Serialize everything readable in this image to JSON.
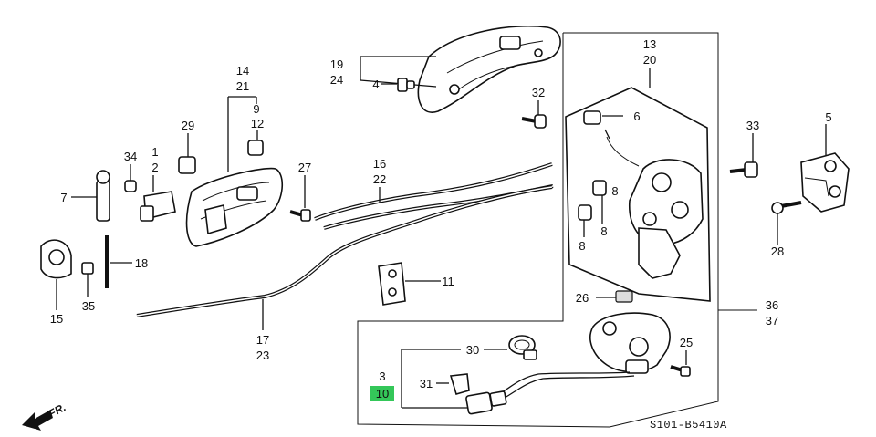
{
  "diagram": {
    "code": "S101-B5410A",
    "direction_label": "FR.",
    "highlight_color": "#34c759",
    "callouts": {
      "p1": "1",
      "p2": "2",
      "p3": "3",
      "p4": "4",
      "p5": "5",
      "p6": "6",
      "p7": "7",
      "p8a": "8",
      "p8b": "8",
      "p8c": "8",
      "p9": "9",
      "p10": "10",
      "p11": "11",
      "p12": "12",
      "p13": "13",
      "p14": "14",
      "p15": "15",
      "p16": "16",
      "p17": "17",
      "p18": "18",
      "p19": "19",
      "p20": "20",
      "p21": "21",
      "p22": "22",
      "p23": "23",
      "p24": "24",
      "p25": "25",
      "p26": "26",
      "p27": "27",
      "p28": "28",
      "p29": "29",
      "p30": "30",
      "p31": "31",
      "p32": "32",
      "p33": "33",
      "p34": "34",
      "p35": "35",
      "p36": "36",
      "p37": "37"
    }
  }
}
